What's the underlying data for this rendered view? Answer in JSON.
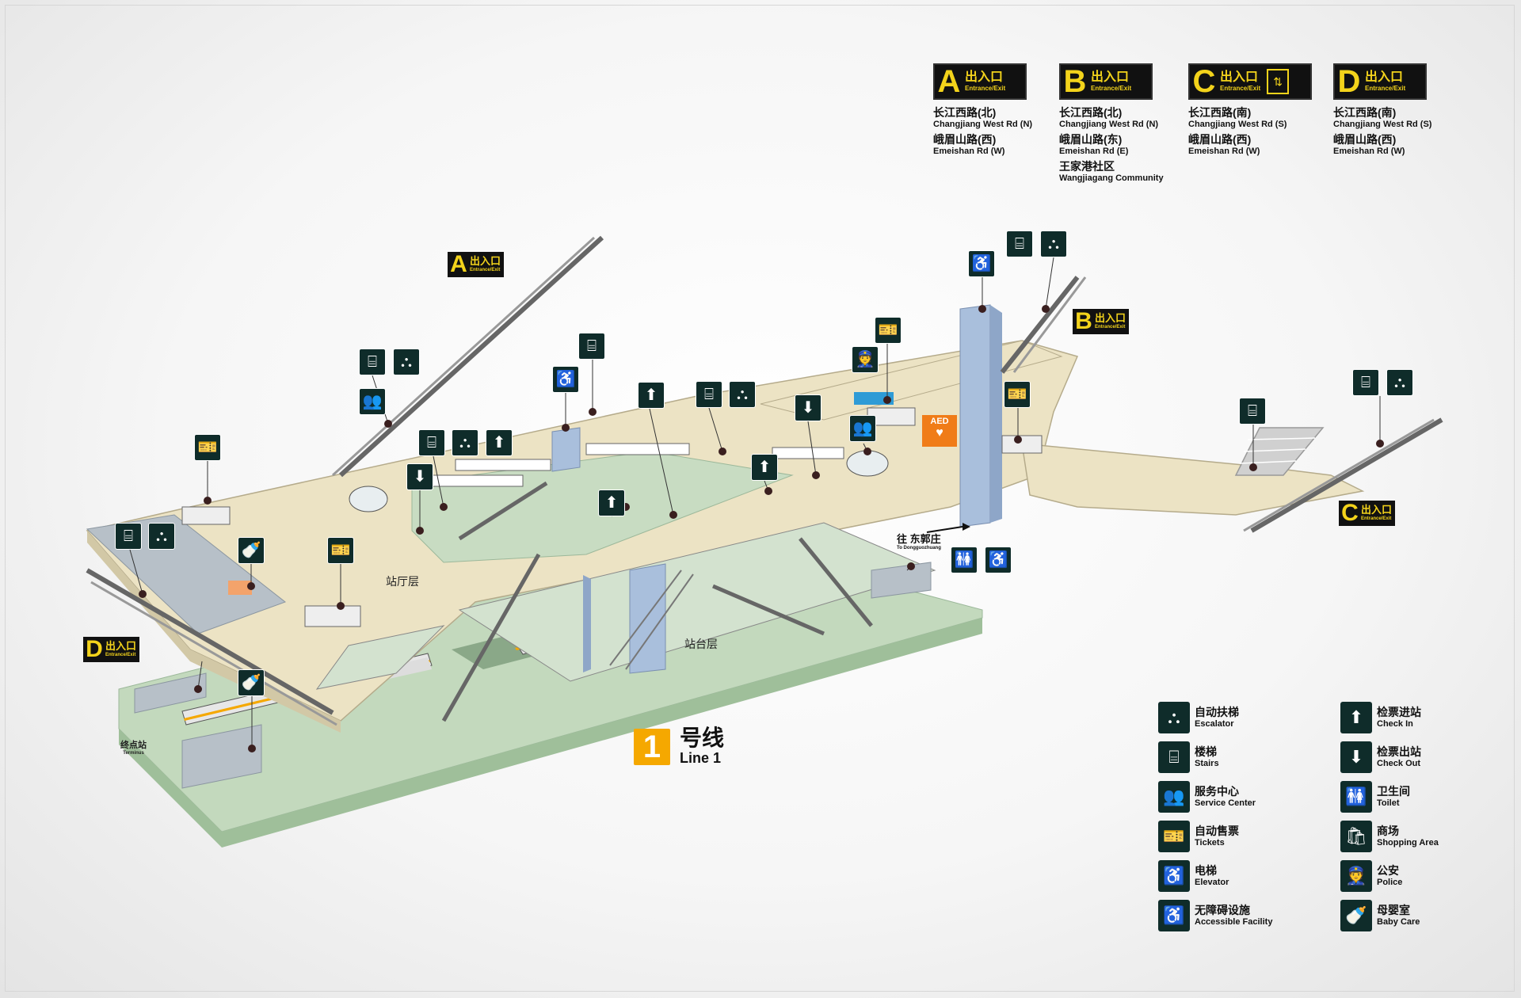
{
  "exits": [
    {
      "letter": "A",
      "cn": "出入口",
      "en": "Entrance/Exit",
      "has_elevator": false,
      "destinations": [
        {
          "cn": "长江西路(北)",
          "en": "Changjiang West Rd (N)"
        },
        {
          "cn": "峨眉山路(西)",
          "en": "Emeishan Rd (W)"
        }
      ]
    },
    {
      "letter": "B",
      "cn": "出入口",
      "en": "Entrance/Exit",
      "has_elevator": false,
      "destinations": [
        {
          "cn": "长江西路(北)",
          "en": "Changjiang West Rd (N)"
        },
        {
          "cn": "峨眉山路(东)",
          "en": "Emeishan Rd (E)"
        },
        {
          "cn": "王家港社区",
          "en": "Wangjiagang Community"
        }
      ]
    },
    {
      "letter": "C",
      "cn": "出入口",
      "en": "Entrance/Exit",
      "has_elevator": true,
      "destinations": [
        {
          "cn": "长江西路(南)",
          "en": "Changjiang West Rd (S)"
        },
        {
          "cn": "峨眉山路(西)",
          "en": "Emeishan Rd (W)"
        }
      ]
    },
    {
      "letter": "D",
      "cn": "出入口",
      "en": "Entrance/Exit",
      "has_elevator": false,
      "destinations": [
        {
          "cn": "长江西路(南)",
          "en": "Changjiang West Rd (S)"
        },
        {
          "cn": "峨眉山路(西)",
          "en": "Emeishan Rd (W)"
        }
      ]
    }
  ],
  "map": {
    "concourse_label": "站厅层",
    "platform_label": "站台层",
    "terminus": {
      "cn": "终点站",
      "en": "Terminus"
    },
    "direction": {
      "cn": "往 东郭庄",
      "en": "To Dongguozhuang"
    },
    "aed": {
      "title": "AED"
    }
  },
  "line": {
    "number": "1",
    "cn": "号线",
    "en": "Line 1",
    "color": "#f5a800"
  },
  "legend": [
    {
      "icon": "escalator-icon",
      "glyph": "⛬",
      "cn": "自动扶梯",
      "en": "Escalator"
    },
    {
      "icon": "stairs-icon",
      "glyph": "⌸",
      "cn": "楼梯",
      "en": "Stairs"
    },
    {
      "icon": "service-center-icon",
      "glyph": "👥",
      "cn": "服务中心",
      "en": "Service Center"
    },
    {
      "icon": "tickets-icon",
      "glyph": "🎫",
      "cn": "自动售票",
      "en": "Tickets"
    },
    {
      "icon": "elevator-icon",
      "glyph": "♿",
      "cn": "电梯",
      "en": "Elevator"
    },
    {
      "icon": "accessible-icon",
      "glyph": "♿",
      "cn": "无障碍设施",
      "en": "Accessible Facility"
    },
    {
      "icon": "check-in-icon",
      "glyph": "⬆",
      "cn": "检票进站",
      "en": "Check In"
    },
    {
      "icon": "check-out-icon",
      "glyph": "⬇",
      "cn": "检票出站",
      "en": "Check Out"
    },
    {
      "icon": "toilet-icon",
      "glyph": "🚻",
      "cn": "卫生间",
      "en": "Toilet"
    },
    {
      "icon": "shopping-icon",
      "glyph": "🛍",
      "cn": "商场",
      "en": "Shopping Area"
    },
    {
      "icon": "police-icon",
      "glyph": "👮",
      "cn": "公安",
      "en": "Police"
    },
    {
      "icon": "baby-care-icon",
      "glyph": "🍼",
      "cn": "母婴室",
      "en": "Baby Care"
    }
  ],
  "colors": {
    "concourse": "#ece3c4",
    "paid_area": "#c8dcc2",
    "column": "#a9bfdc",
    "track_floor": "#b7d4b0",
    "sign_bg": "#0f2c2a",
    "exit_yellow": "#f3d31b",
    "aed": "#f07c18"
  }
}
